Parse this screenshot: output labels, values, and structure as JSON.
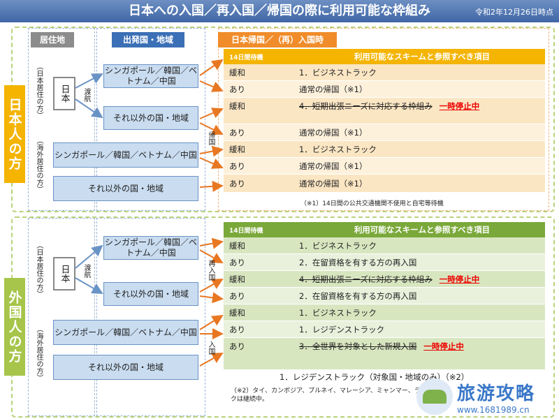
{
  "title": "日本への入国／再入国／帰国の際に利用可能な枠組み",
  "date": "令和2年12月26日時点",
  "col_residence": "居住地",
  "col_origin": "出発国・地域",
  "section1": {
    "side_label": "日本人の方",
    "header": "日本帰国／（再）入国時",
    "residence_jp": "（日本居住の方）",
    "residence_abroad": "（海外居住の方）",
    "japan_box": "日本",
    "travel_label": "渡航",
    "return_label": "帰国",
    "boxes": [
      "シンガポール／韓国／ベトナム／中国",
      "それ以外の国・地域",
      "シンガポール／韓国／ベトナム／中国",
      "それ以外の国・地域"
    ],
    "th1": "14日間待機",
    "th2": "利用可能なスキームと参照すべき項目",
    "rows": [
      {
        "a": "緩和",
        "b": "1．ビジネストラック",
        "strike": false,
        "red": ""
      },
      {
        "a": "あり",
        "b": "通常の帰国（※1）",
        "strike": false,
        "red": ""
      },
      {
        "a": "緩和",
        "b": "4．短期出張ニーズに対応する枠組み",
        "strike": true,
        "red": "一時停止中"
      },
      {
        "a": "あり",
        "b": "通常の帰国（※1）",
        "strike": false,
        "red": ""
      },
      {
        "a": "緩和",
        "b": "1．ビジネストラック",
        "strike": false,
        "red": ""
      },
      {
        "a": "あり",
        "b": "通常の帰国（※1）",
        "strike": false,
        "red": ""
      },
      {
        "a": "あり",
        "b": "通常の帰国（※1）",
        "strike": false,
        "red": ""
      }
    ],
    "note": "（※1）14日間の公共交通機関不使用と自宅等待機"
  },
  "section2": {
    "side_label": "外国人の方",
    "residence_jp": "（日本居住の方）",
    "residence_abroad": "（海外居住の方）",
    "japan_box": "日本",
    "travel_label": "渡航",
    "reentry_label": "再入国",
    "entry_label": "入国",
    "boxes": [
      "シンガポール／韓国／ベトナム／中国",
      "それ以外の国・地域",
      "シンガポール／韓国／ベトナム／中国",
      "それ以外の国・地域"
    ],
    "th1": "14日間待機",
    "th2": "利用可能なスキームと参照すべき項目",
    "rows": [
      {
        "a": "緩和",
        "b": "1．ビジネストラック",
        "strike": false,
        "red": ""
      },
      {
        "a": "あり",
        "b": "2．在留資格を有する方の再入国",
        "strike": false,
        "red": ""
      },
      {
        "a": "緩和",
        "b": "4．短期出張ニーズに対応する枠組み",
        "strike": true,
        "red": "一時停止中"
      },
      {
        "a": "あり",
        "b": "2．在留資格を有する方の再入国",
        "strike": false,
        "red": ""
      },
      {
        "a": "緩和",
        "b": "1．ビジネストラック",
        "strike": false,
        "red": ""
      },
      {
        "a": "あり",
        "b": "1．レジデンストラック",
        "strike": false,
        "red": ""
      },
      {
        "a": "あり",
        "b": "3．全世界を対象とした新規入国",
        "strike": true,
        "red": "一時停止中"
      }
    ],
    "last_extra": "1．レジデンストラック（対象国・地域のみ）（※2）",
    "note_line1": "（※2）タイ、カンボジア、ブルネイ、マレーシア、ミャンマー、ラオ",
    "note_line2": "クは継続中。"
  },
  "watermark": {
    "big": "旅游攻略",
    "url": "www.1681989.cn"
  },
  "colors": {
    "orange": "#f4b400",
    "green": "#a6c54a",
    "blue": "#3b6fb6",
    "arrow": "#e87722",
    "lightblue": "#c9dcf0"
  }
}
